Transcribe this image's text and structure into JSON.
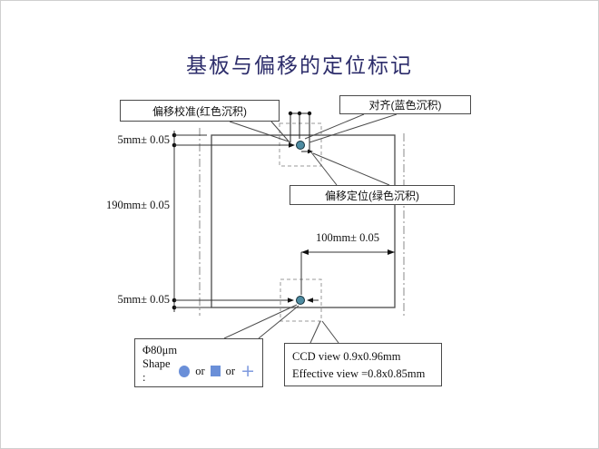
{
  "title": "基板与偏移的定位标记",
  "callouts": {
    "offset_calibration": "偏移校准(红色沉积)",
    "alignment": "对齐(蓝色沉积)",
    "offset_positioning": "偏移定位(绿色沉积)"
  },
  "dimensions": {
    "top_offset": "5mm± 0.05",
    "vertical_span": "190mm± 0.05",
    "bottom_offset": "5mm± 0.05",
    "horizontal_span": "100mm± 0.05"
  },
  "mark_spec": {
    "diameter": "Φ80μm",
    "shape_prefix": "Shape :",
    "or1": "or",
    "or2": "or",
    "plus_symbol": "+"
  },
  "ccd": {
    "line1": "CCD view  0.9x0.96mm",
    "line2": "Effective  view  =0.8x0.85mm"
  },
  "colors": {
    "title_navy": "#2d2d6b",
    "mark_teal_fill": "#4e8ca2",
    "shape_blue": "#6a8fd8",
    "line_gray": "#4a4a4a"
  }
}
